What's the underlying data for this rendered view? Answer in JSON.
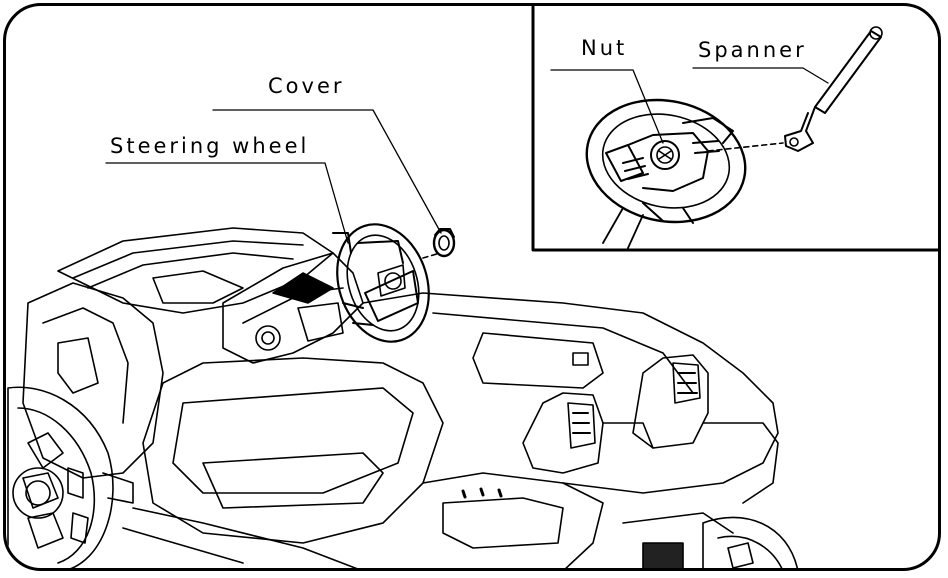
{
  "labels": {
    "cover": "Cover",
    "steering_wheel": "Steering wheel",
    "nut": "Nut",
    "spanner": "Spanner"
  },
  "colors": {
    "line": "#000000",
    "background": "#ffffff"
  }
}
